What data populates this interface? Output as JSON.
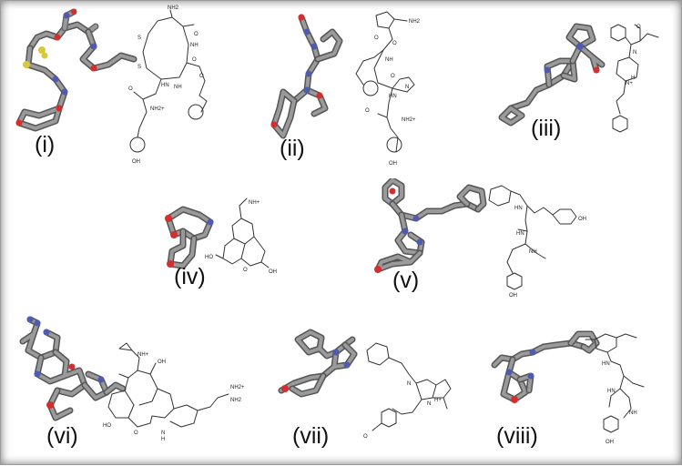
{
  "panels": [
    {
      "id": "i",
      "label": "(i)",
      "atoms": [
        "NH2",
        "O",
        "NH",
        "O",
        "S",
        "S",
        "HN",
        "O",
        "NH",
        "O",
        "NH2+",
        "OH"
      ]
    },
    {
      "id": "ii",
      "label": "(ii)",
      "atoms": [
        "NH2",
        "O",
        "O",
        "NH",
        "O",
        "N",
        "HN",
        "O",
        "NH2+",
        "OH"
      ]
    },
    {
      "id": "iii",
      "label": "(iii)",
      "atoms": [
        "N",
        "O",
        "N+",
        "H"
      ]
    },
    {
      "id": "iv",
      "label": "(iv)",
      "atoms": [
        "NH+",
        "HO",
        "O",
        "OH"
      ]
    },
    {
      "id": "v",
      "label": "(v)",
      "atoms": [
        "HN",
        "HN",
        "OH",
        "NH",
        "OH"
      ]
    },
    {
      "id": "vi",
      "label": "(vi)",
      "atoms": [
        "NH+",
        "OH",
        "NH2+",
        "NH2",
        "HO",
        "O",
        "N",
        "H"
      ]
    },
    {
      "id": "vii",
      "label": "(vii)",
      "atoms": [
        "N",
        "N",
        "H+",
        "O"
      ]
    },
    {
      "id": "viii",
      "label": "(viii)",
      "atoms": [
        "HN",
        "HN",
        "NH",
        "OH"
      ]
    }
  ],
  "colors": {
    "carbon": "#8a8a8a",
    "nitrogen": "#4e5bb0",
    "oxygen": "#d62d2d",
    "sulfur": "#d8c93a",
    "line": "#333333"
  }
}
